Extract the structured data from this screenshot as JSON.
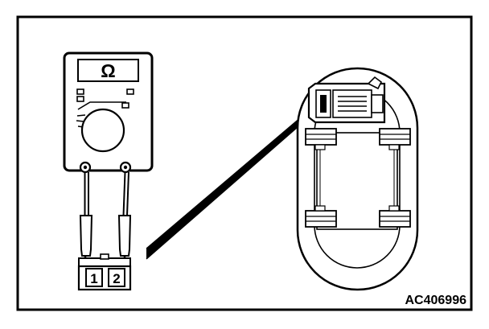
{
  "meter": {
    "unit_symbol": "Ω"
  },
  "connector": {
    "pins": [
      "1",
      "2"
    ]
  },
  "figure": {
    "code": "AC406996"
  },
  "colors": {
    "ink": "#000000",
    "paper": "#ffffff"
  }
}
